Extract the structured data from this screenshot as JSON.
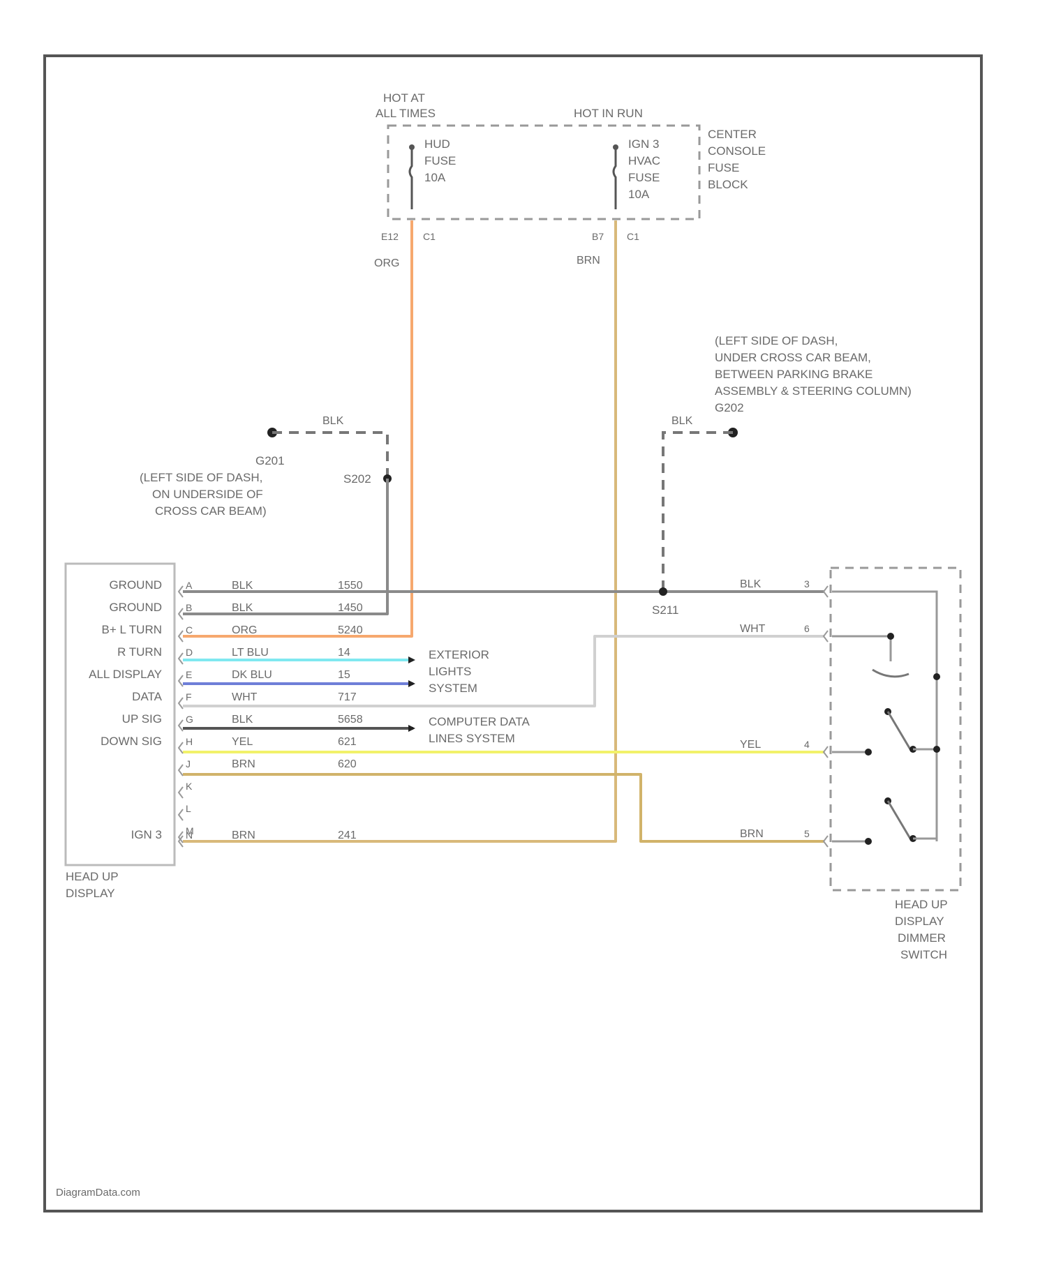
{
  "colors": {
    "orange": "#f6a86e",
    "tan": "#d8b97a",
    "gray": "#8a8a8a",
    "black": "#444444",
    "cyan": "#7fe8f0",
    "blue": "#6f7fd8",
    "white_wire": "#d0d0d0",
    "yellow": "#f2f26a",
    "brown": "#d1b36a"
  },
  "fuse_block": {
    "hot_at_all_times": [
      "HOT AT",
      "ALL TIMES"
    ],
    "hot_in_run": "HOT IN RUN",
    "title": [
      "CENTER",
      "CONSOLE",
      "FUSE",
      "BLOCK"
    ],
    "fuse1": [
      "HUD",
      "FUSE",
      "10A"
    ],
    "fuse2": [
      "IGN 3",
      "HVAC",
      "FUSE",
      "10A"
    ],
    "fuse1_pin": "E12",
    "fuse1_conn": "C1",
    "fuse2_pin": "B7",
    "fuse2_conn": "C1",
    "wire1_color": "ORG",
    "wire2_color": "BRN"
  },
  "ground_left": {
    "wire": "BLK",
    "id": "G201",
    "location": [
      "(LEFT SIDE OF DASH,",
      "ON UNDERSIDE OF",
      "CROSS CAR BEAM)"
    ],
    "splice": "S202"
  },
  "ground_right": {
    "wire": "BLK",
    "location": [
      "(LEFT SIDE OF DASH,",
      "UNDER CROSS CAR BEAM,",
      "BETWEEN PARKING BRAKE",
      "ASSEMBLY & STEERING COLUMN)",
      "G202"
    ],
    "splice": "S211"
  },
  "hud": {
    "name": [
      "HEAD UP",
      "DISPLAY"
    ],
    "pins": [
      {
        "label": "GROUND",
        "pin": "A",
        "color": "BLK",
        "circuit": "1550"
      },
      {
        "label": "GROUND",
        "pin": "B",
        "color": "BLK",
        "circuit": "1450"
      },
      {
        "label": "B+ L TURN",
        "pin": "C",
        "color": "ORG",
        "circuit": "5240"
      },
      {
        "label": "R TURN",
        "pin": "D",
        "color": "LT BLU",
        "circuit": "14"
      },
      {
        "label": "ALL DISPLAY",
        "pin": "E",
        "color": "DK BLU",
        "circuit": "15"
      },
      {
        "label": "DATA",
        "pin": "F",
        "color": "WHT",
        "circuit": "717"
      },
      {
        "label": "UP SIG",
        "pin": "G",
        "color": "BLK",
        "circuit": "5658"
      },
      {
        "label": "DOWN SIG",
        "pin": "H",
        "color": "YEL",
        "circuit": "621"
      },
      {
        "label": "",
        "pin": "J",
        "color": "BRN",
        "circuit": "620"
      },
      {
        "label": "",
        "pin": "K",
        "color": "",
        "circuit": ""
      },
      {
        "label": "",
        "pin": "L",
        "color": "",
        "circuit": ""
      },
      {
        "label": "",
        "pin": "M",
        "color": "",
        "circuit": ""
      },
      {
        "label": "IGN 3",
        "pin": "N",
        "color": "BRN",
        "circuit": "241"
      }
    ]
  },
  "exterior_lights": [
    "EXTERIOR",
    "LIGHTS",
    "SYSTEM"
  ],
  "computer_data": [
    "COMPUTER DATA",
    "LINES SYSTEM"
  ],
  "dimmer": {
    "name": [
      "HEAD UP",
      "DISPLAY",
      "DIMMER",
      "SWITCH"
    ],
    "pins": [
      {
        "color": "BLK",
        "pin": "3"
      },
      {
        "color": "WHT",
        "pin": "6"
      },
      {
        "color": "YEL",
        "pin": "4"
      },
      {
        "color": "BRN",
        "pin": "5"
      }
    ]
  },
  "watermark": "DiagramData.com"
}
